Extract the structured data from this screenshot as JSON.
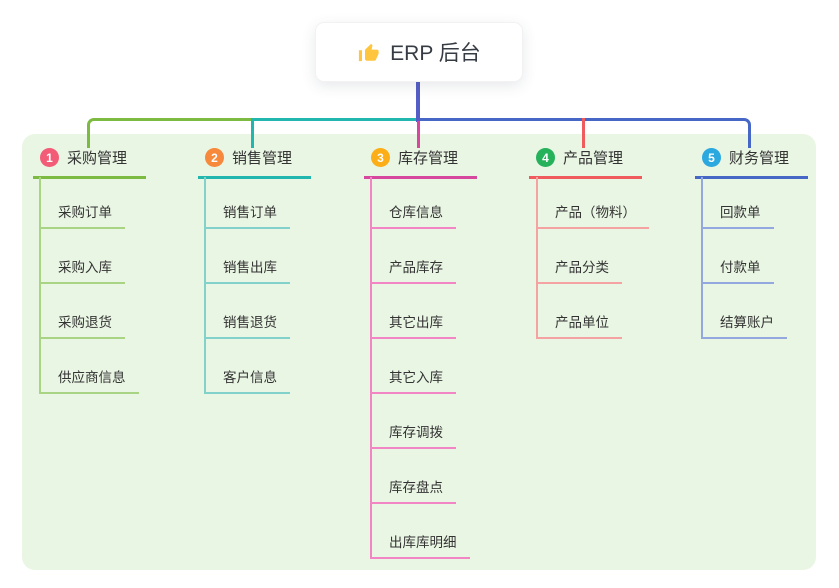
{
  "canvas": {
    "background": "#ffffff",
    "panel_background": "#EAF6E4"
  },
  "root": {
    "label": "ERP 后台",
    "icon": "thumbs-up-icon",
    "icon_color": "#FFC53D",
    "stem_color": "#555EC6"
  },
  "branches": [
    {
      "index": "1",
      "title": "采购管理",
      "badge_color": "#F25C77",
      "color": "#7CBA41",
      "light_color": "#A9D483",
      "items": [
        "采购订单",
        "采购入库",
        "采购退货",
        "供应商信息"
      ]
    },
    {
      "index": "2",
      "title": "销售管理",
      "badge_color": "#F6893B",
      "color": "#21B6AE",
      "light_color": "#82D1CB",
      "items": [
        "销售订单",
        "销售出库",
        "销售退货",
        "客户信息"
      ]
    },
    {
      "index": "3",
      "title": "库存管理",
      "badge_color": "#FBAE17",
      "color": "#D6479E",
      "light_color": "#F286C4",
      "items": [
        "仓库信息",
        "产品库存",
        "其它出库",
        "其它入库",
        "库存调拨",
        "库存盘点",
        "出库库明细"
      ]
    },
    {
      "index": "4",
      "title": "产品管理",
      "badge_color": "#25B25B",
      "color": "#F05B5E",
      "light_color": "#F5A2A2",
      "items": [
        "产品（物料）",
        "产品分类",
        "产品单位"
      ]
    },
    {
      "index": "5",
      "title": "财务管理",
      "badge_color": "#2BA8DF",
      "color": "#4667C6",
      "light_color": "#93A8DF",
      "items": [
        "回款单",
        "付款单",
        "结算账户"
      ]
    }
  ]
}
